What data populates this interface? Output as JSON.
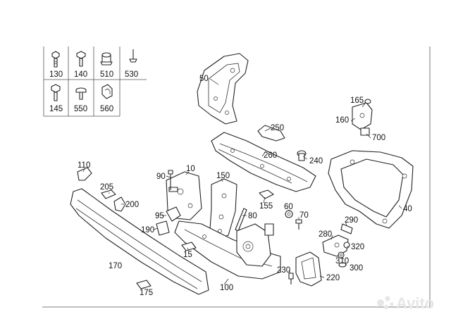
{
  "legend": {
    "labels": [
      "130",
      "140",
      "510",
      "530",
      "145",
      "550",
      "560"
    ]
  },
  "callouts": {
    "c50": "50",
    "c250": "250",
    "c165": "165",
    "c160": "160",
    "c700": "700",
    "c260": "260",
    "c240": "240",
    "c110": "110",
    "c90": "90",
    "c10": "10",
    "c150": "150",
    "c205": "205",
    "c200": "200",
    "c155": "155",
    "c60": "60",
    "c70": "70",
    "c40": "40",
    "c95": "95",
    "c80": "80",
    "c290": "290",
    "c190": "190",
    "c280": "280",
    "c320": "320",
    "c15": "15",
    "c170": "170",
    "c310": "310",
    "c300": "300",
    "c230": "230",
    "c220": "220",
    "c100": "100",
    "c175": "175"
  },
  "watermark": "Avito"
}
